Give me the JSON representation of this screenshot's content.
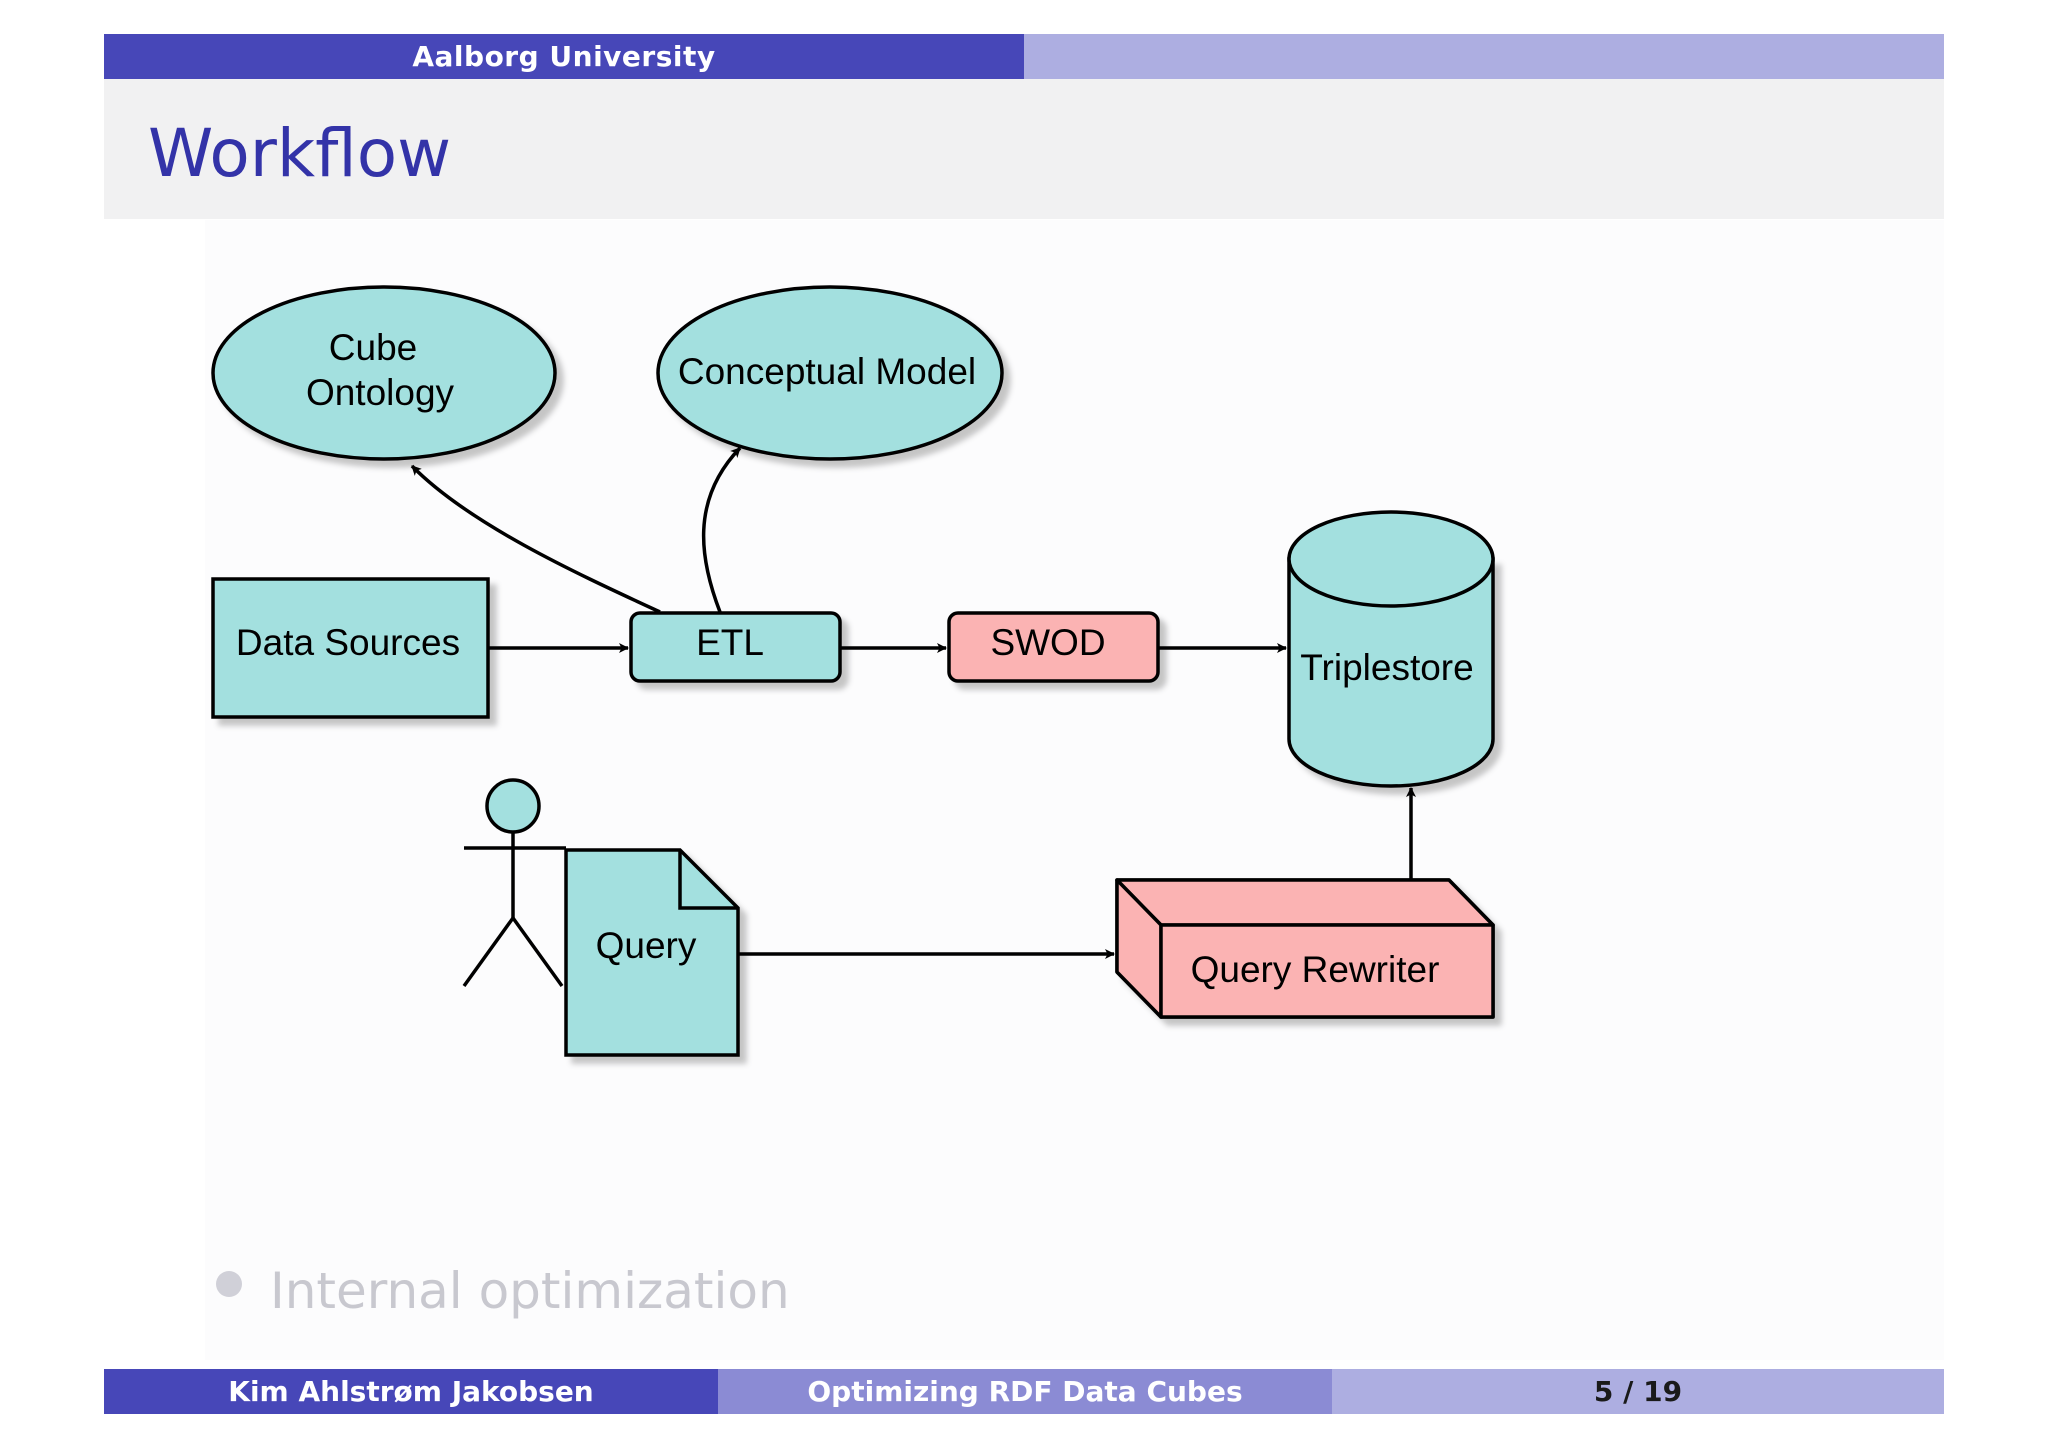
{
  "header": {
    "institution": "Aalborg University"
  },
  "slide": {
    "title": "Workflow"
  },
  "diagram": {
    "nodes": {
      "cube_ontology": {
        "line1": "Cube",
        "line2": "Ontology"
      },
      "conceptual_model": "Conceptual Model",
      "data_sources": "Data Sources",
      "etl": "ETL",
      "swod": "SWOD",
      "triplestore": "Triplestore",
      "query": "Query",
      "query_rewriter": "Query Rewriter"
    },
    "colors": {
      "teal": "#a3e0df",
      "pink": "#fbb3b3",
      "stroke": "#000000"
    }
  },
  "bullets": [
    "Internal optimization"
  ],
  "footer": {
    "author": "Kim Ahlstrøm Jakobsen",
    "talk_title": "Optimizing RDF Data Cubes",
    "page": "5 / 19"
  }
}
